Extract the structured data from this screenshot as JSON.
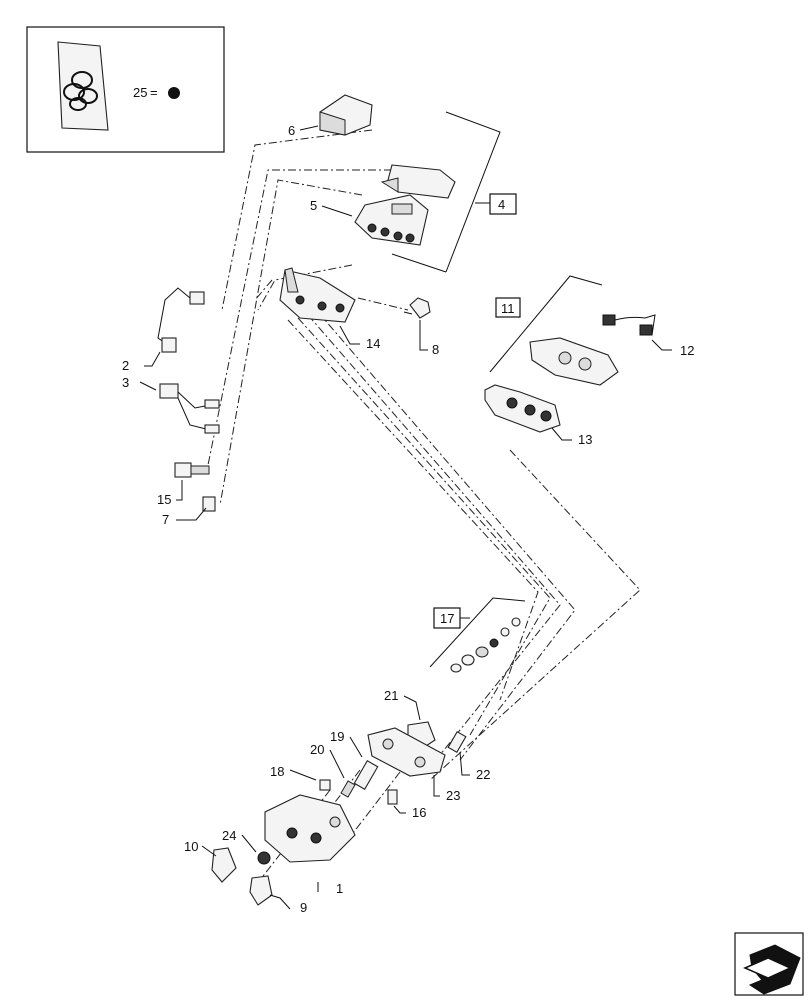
{
  "legend": {
    "item_number": "25",
    "equals": "="
  },
  "groups": [
    "4",
    "11",
    "17"
  ],
  "callouts": [
    "1",
    "2",
    "3",
    "5",
    "6",
    "7",
    "8",
    "9",
    "10",
    "12",
    "13",
    "14",
    "15",
    "16",
    "18",
    "19",
    "20",
    "21",
    "22",
    "23",
    "24"
  ]
}
